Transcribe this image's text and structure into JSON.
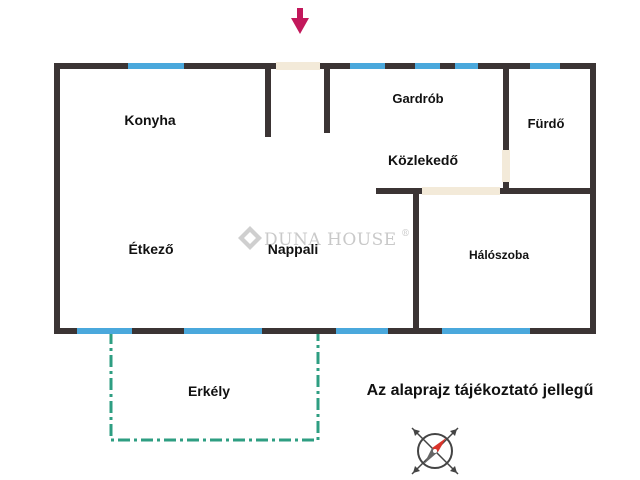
{
  "rooms": {
    "konyha": "Konyha",
    "gardrob": "Gardrób",
    "furdo": "Fürdő",
    "kozlekedo": "Közlekedő",
    "etkezo": "Étkező",
    "nappali": "Nappali",
    "haloszoba": "Hálószoba",
    "erkely": "Erkély"
  },
  "watermark": {
    "brand": "DUNA HOUSE",
    "mark": "®"
  },
  "disclaimer": "Az alaprajz tájékoztató jellegű",
  "colors": {
    "wall": "#3b3434",
    "window": "#4aa8dc",
    "door": "#f3ead9",
    "balcony": "#2e9e82",
    "entrance_arrow": "#c2185b",
    "compass_needle": "#d9342b"
  },
  "icons": {
    "entrance": "entrance-arrow-icon",
    "compass": "compass-icon",
    "logo": "duna-house-logo-icon"
  }
}
